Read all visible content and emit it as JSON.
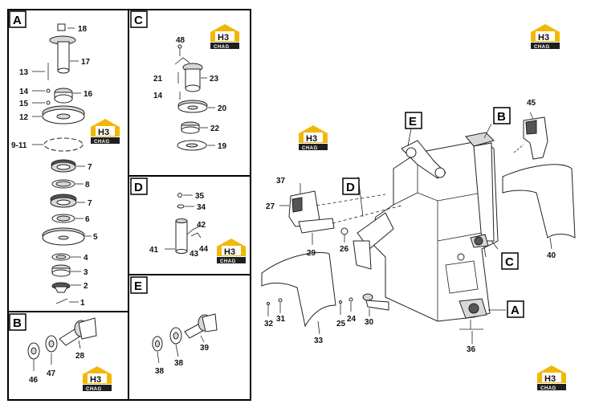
{
  "panels": {
    "A": {
      "letter": "A",
      "labels": {
        "p18": "18",
        "p17": "17",
        "p13": "13",
        "p14": "14",
        "p16": "16",
        "p15": "15",
        "p12": "12",
        "p911": "9-11",
        "p7a": "7",
        "p8": "8",
        "p7b": "7",
        "p6": "6",
        "p5": "5",
        "p4": "4",
        "p3": "3",
        "p2": "2",
        "p1": "1"
      }
    },
    "B": {
      "letter": "B",
      "labels": {
        "p28": "28",
        "p46": "46",
        "p47": "47"
      }
    },
    "C": {
      "letter": "C",
      "labels": {
        "p48": "48",
        "p21": "21",
        "p23": "23",
        "p14": "14",
        "p20": "20",
        "p22": "22",
        "p19": "19"
      }
    },
    "D": {
      "letter": "D",
      "labels": {
        "p35": "35",
        "p34": "34",
        "p42": "42",
        "p44": "44",
        "p43": "43",
        "p41": "41"
      }
    },
    "E": {
      "letter": "E",
      "labels": {
        "p39": "39",
        "p38a": "38",
        "p38b": "38"
      }
    }
  },
  "main": {
    "callouts": {
      "E": "E",
      "B": "B",
      "D": "D",
      "C": "C",
      "A": "A"
    },
    "labels": {
      "p45": "45",
      "p37": "37",
      "p27": "27",
      "p29": "29",
      "p26": "26",
      "p40": "40",
      "p32": "32",
      "p31": "31",
      "p25": "25",
      "p24": "24",
      "p30": "30",
      "p33": "33",
      "p36": "36"
    }
  },
  "watermark": {
    "top": "H3",
    "bottom": "CHAG",
    "color_main": "#f2b705",
    "color_dark": "#1f1f1f"
  }
}
